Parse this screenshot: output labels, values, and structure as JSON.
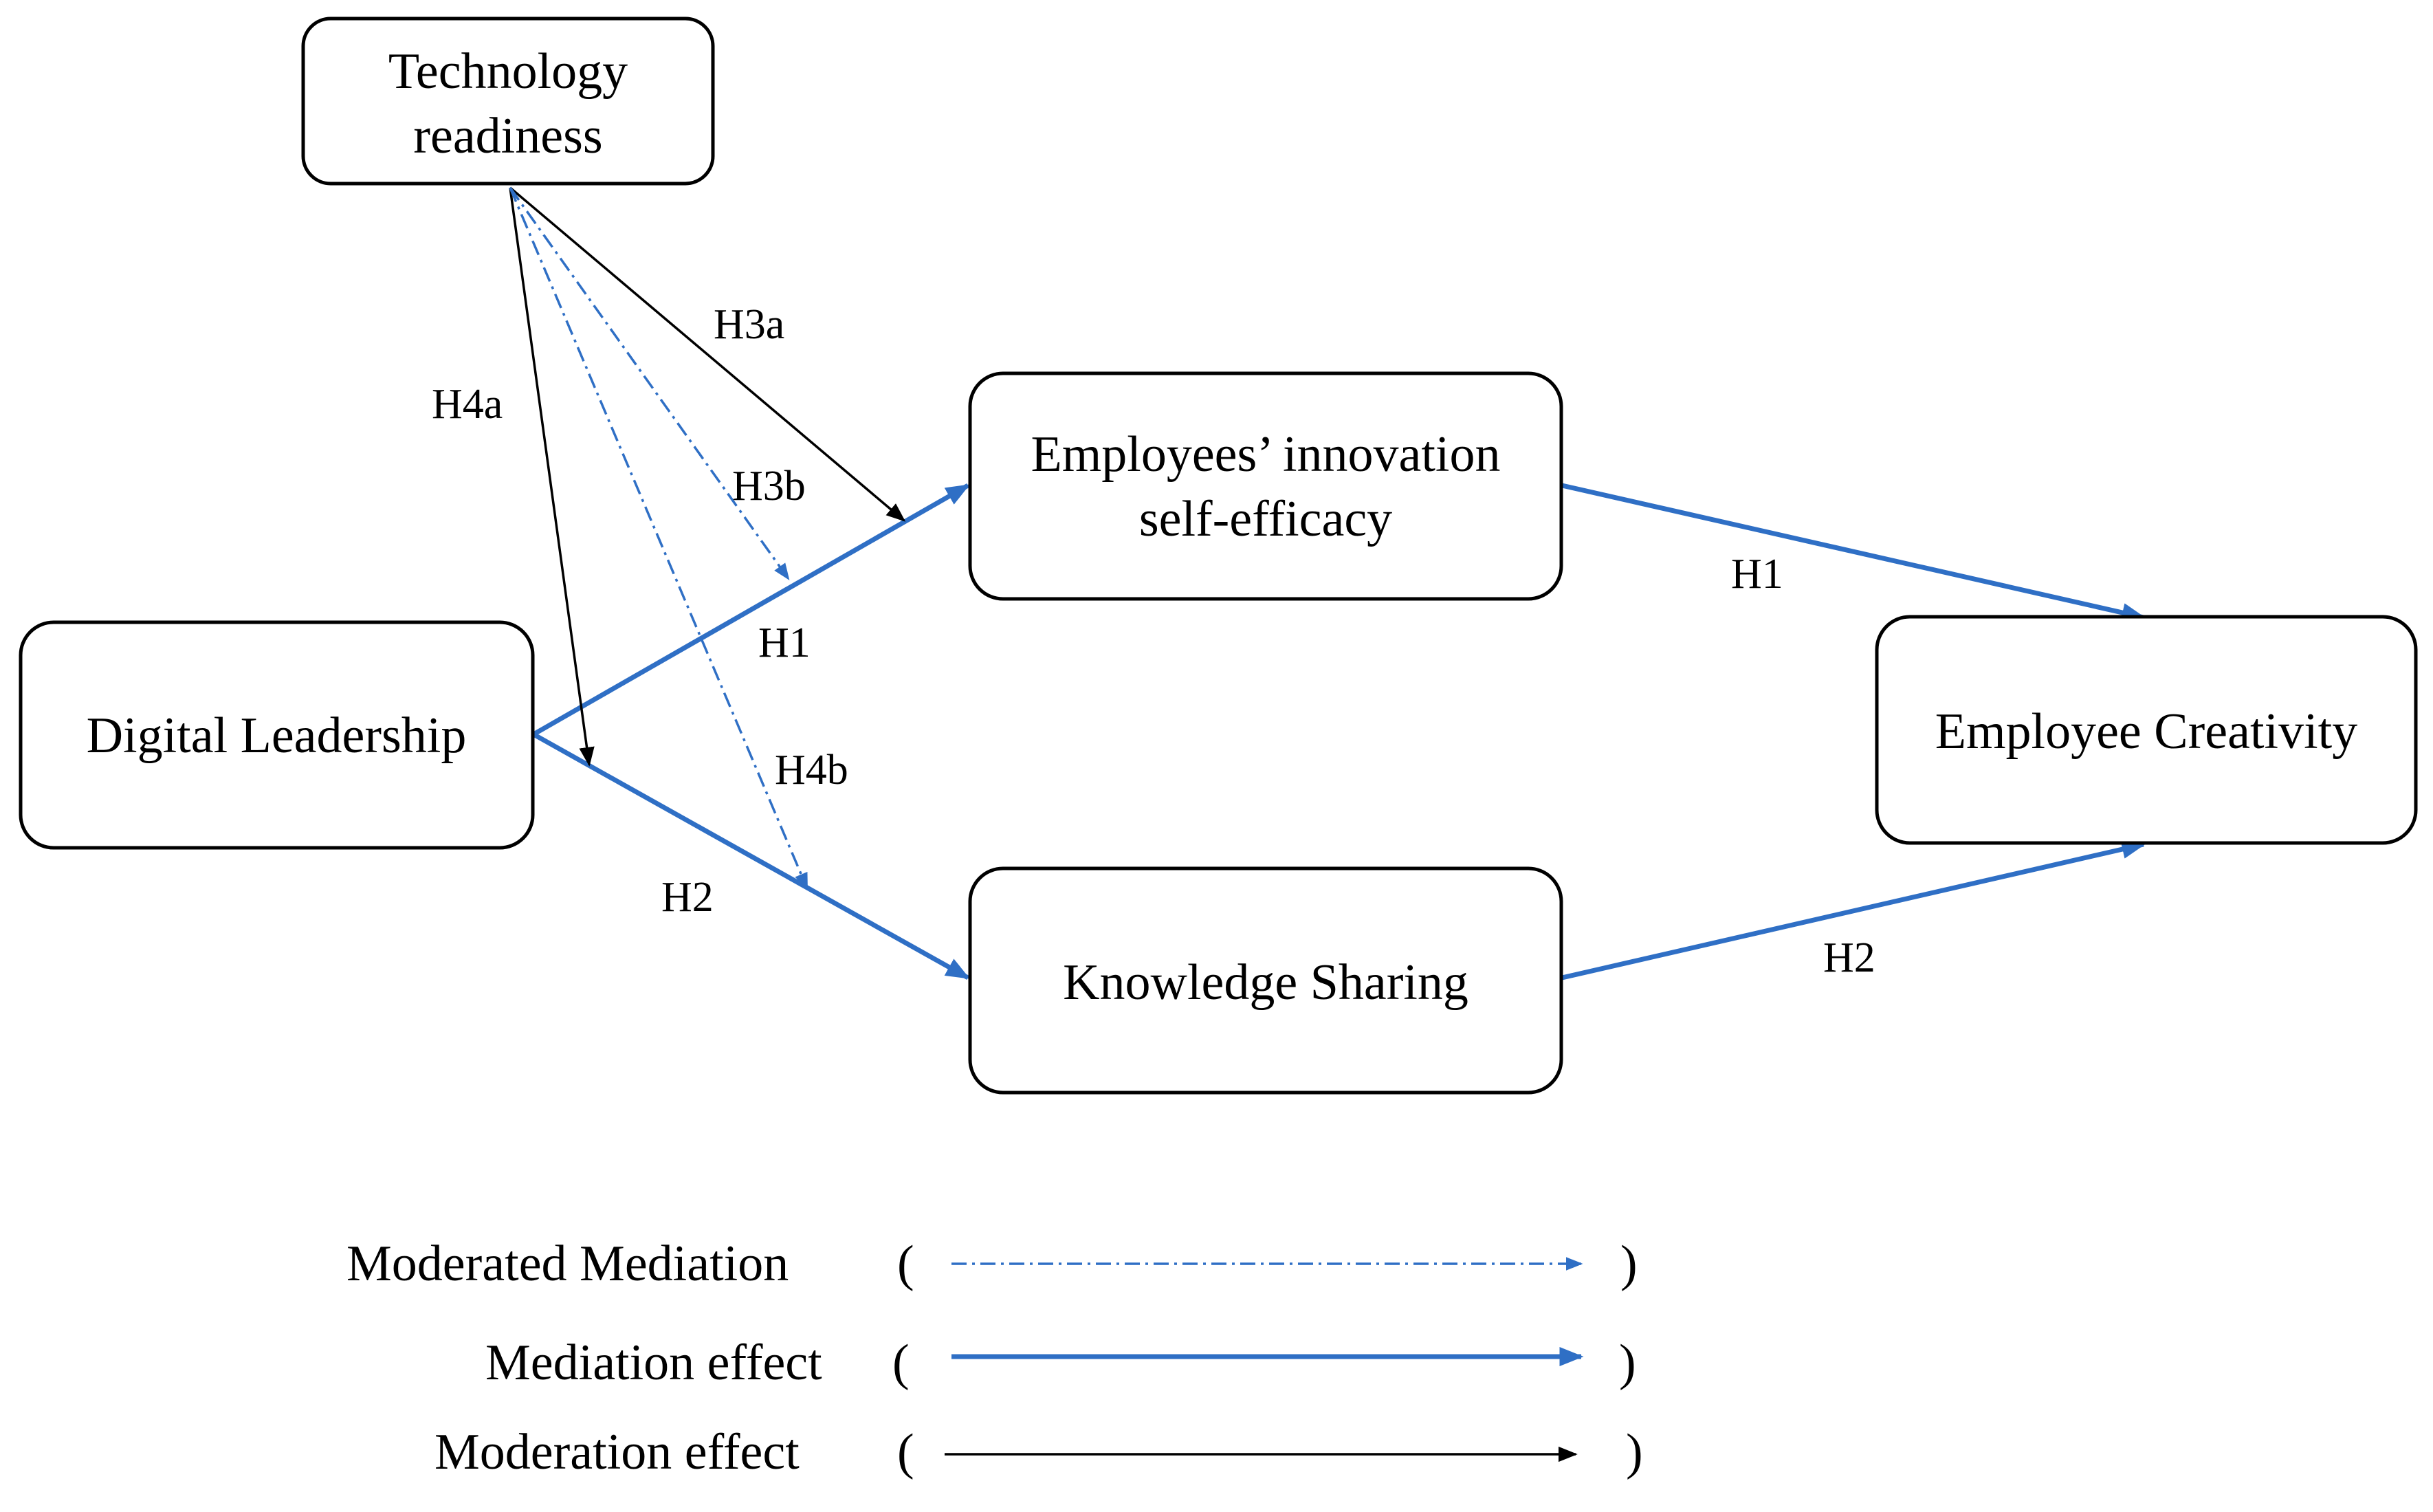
{
  "nodes": {
    "technology_readiness": {
      "lines": [
        "Technology",
        "readiness"
      ]
    },
    "digital_leadership": {
      "lines": [
        "Digital Leadership"
      ]
    },
    "innovation_self_efficacy": {
      "lines": [
        "Employees’ innovation",
        "self-efficacy"
      ]
    },
    "knowledge_sharing": {
      "lines": [
        "Knowledge Sharing"
      ]
    },
    "employee_creativity": {
      "lines": [
        "Employee Creativity"
      ]
    }
  },
  "edges": {
    "h3a": {
      "label": "H3a",
      "type": "moderation",
      "from": "Technology readiness",
      "to": "Digital Leadership → Employees’ innovation self-efficacy"
    },
    "h3b": {
      "label": "H3b",
      "type": "moderated_mediation",
      "from": "Technology readiness",
      "to": "Digital Leadership → Employees’ innovation self-efficacy"
    },
    "h4a": {
      "label": "H4a",
      "type": "moderation",
      "from": "Technology readiness",
      "to": "Digital Leadership → Knowledge Sharing"
    },
    "h4b": {
      "label": "H4b",
      "type": "moderated_mediation",
      "from": "Technology readiness",
      "to": "Digital Leadership → Knowledge Sharing"
    },
    "h1_left": {
      "label": "H1",
      "type": "mediation",
      "from": "Digital Leadership",
      "to": "Employees’ innovation self-efficacy"
    },
    "h1_right": {
      "label": "H1",
      "type": "mediation",
      "from": "Employees’ innovation self-efficacy",
      "to": "Employee Creativity"
    },
    "h2_left": {
      "label": "H2",
      "type": "mediation",
      "from": "Digital Leadership",
      "to": "Knowledge Sharing"
    },
    "h2_right": {
      "label": "H2",
      "type": "mediation",
      "from": "Knowledge Sharing",
      "to": "Employee Creativity"
    }
  },
  "legend": {
    "moderated_mediation": "Moderated Mediation",
    "mediation_effect": "Mediation effect",
    "moderation_effect": "Moderation effect",
    "open_paren": "(",
    "close_paren": ")"
  },
  "colors": {
    "mediation": "#2F6FC5",
    "moderation": "#000000",
    "moderated_mediation": "#2F6FC5"
  }
}
